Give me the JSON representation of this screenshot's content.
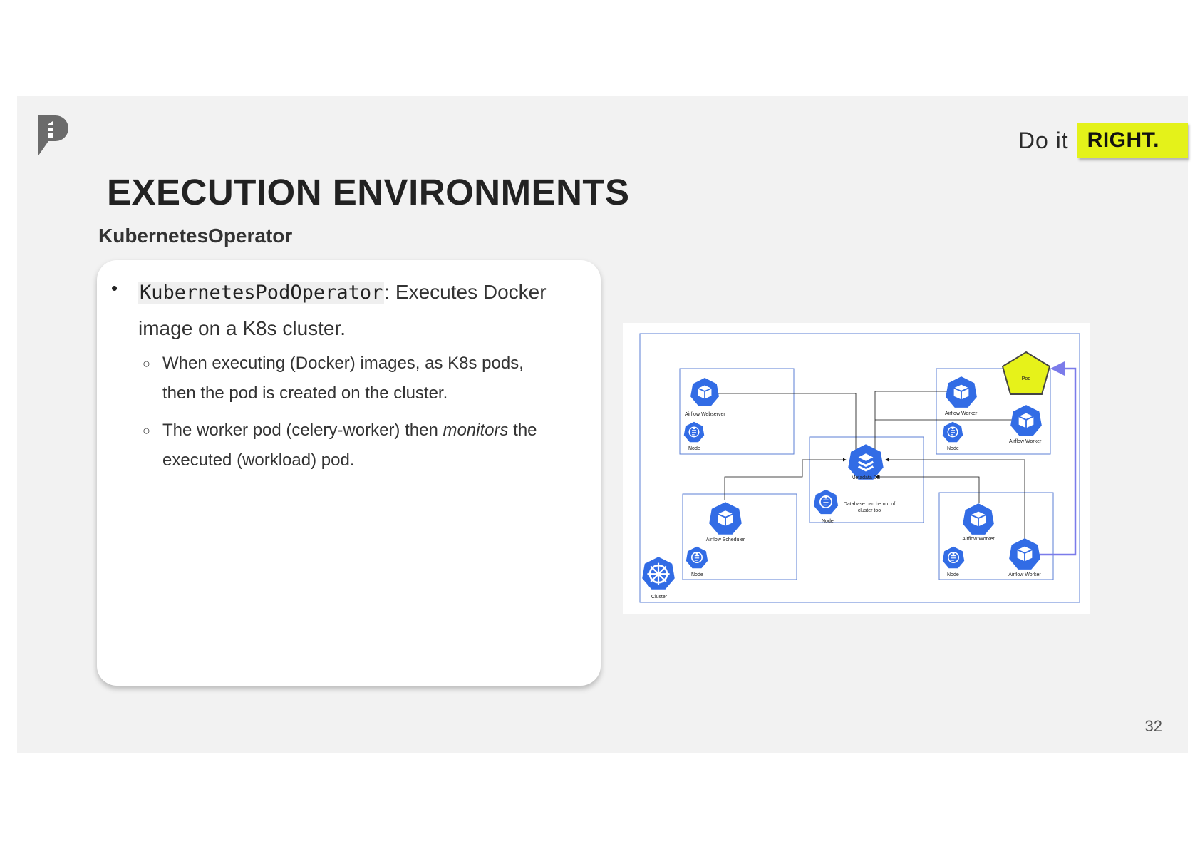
{
  "tagline": {
    "prefix": "Do it",
    "highlight": "RIGHT."
  },
  "title": "EXECUTION ENVIRONMENTS",
  "subtitle": "KubernetesOperator",
  "bullet": {
    "code": "KubernetesPodOperator",
    "text_line1": ": Executes Docker",
    "text_line2": "image on a K8s cluster.",
    "subs": [
      {
        "line1": "When executing (Docker) images, as K8s pods,",
        "line2": "then the pod is created on the cluster."
      },
      {
        "line1_pre": "The worker pod (celery-worker) then ",
        "line1_em": "monitors",
        "line1_post": " the",
        "line2": "executed (workload) pod."
      }
    ]
  },
  "diagram": {
    "labels": {
      "webserver": "Airflow Webserver",
      "worker1": "Airflow Worker",
      "worker2": "Airflow Worker",
      "worker3": "Airflow Worker",
      "worker4": "Airflow Worker",
      "scheduler": "Airflow Scheduler",
      "metadata": "Metadata DB",
      "db_note_1": "Database can be out of",
      "db_note_2": "cluster too",
      "pod": "Pod",
      "node": "Node",
      "cluster": "Cluster"
    },
    "colors": {
      "k8s_blue": "#326ce5",
      "pod_yellow": "#e6f21a",
      "box_border": "#5b7fd6"
    }
  },
  "page_number": "32"
}
